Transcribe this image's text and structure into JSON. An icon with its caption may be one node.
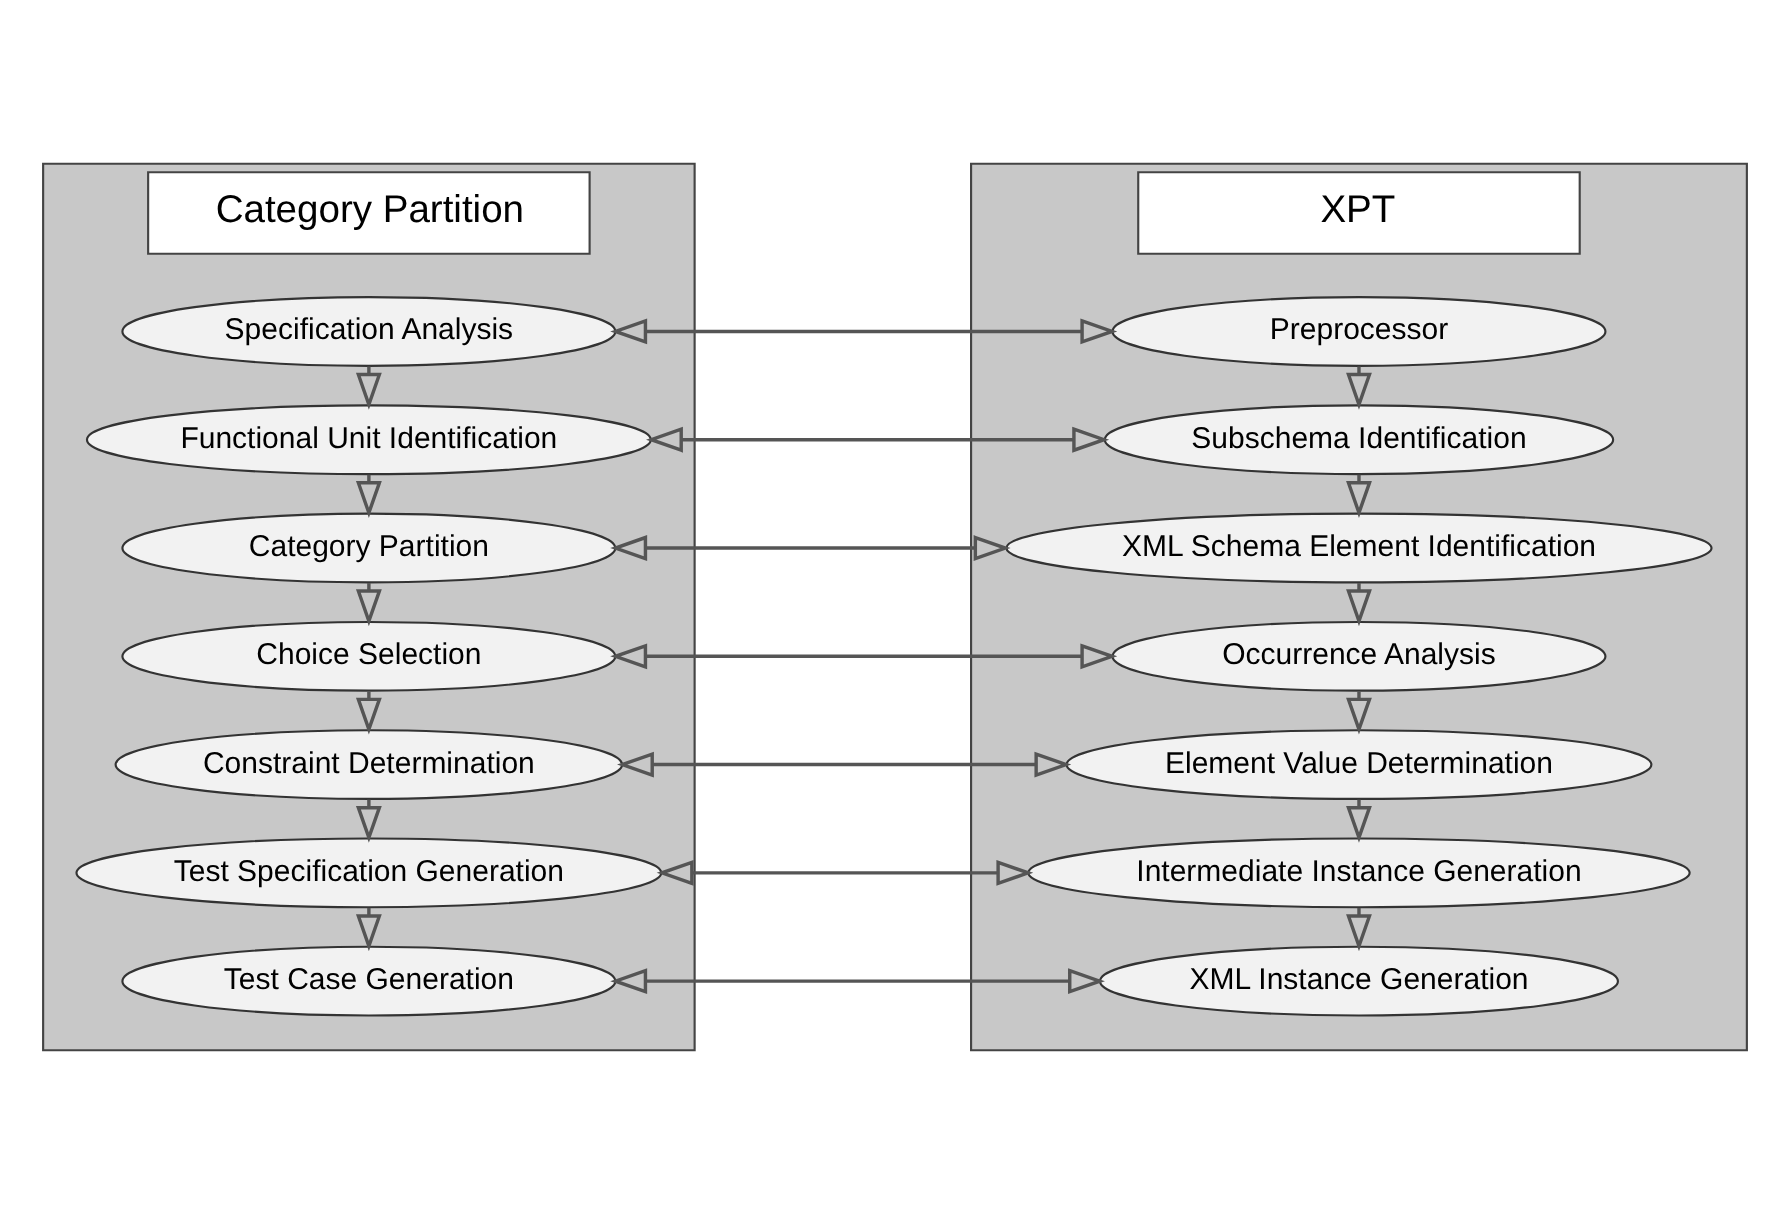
{
  "diagram": {
    "nodes": [
      {
        "text": [
          "Category Partition"
        ]
      },
      {
        "text": [
          "Specification Analysis"
        ],
        "in": 0
      },
      {
        "text": [
          "Functional Unit Identification"
        ],
        "in": 0
      },
      {
        "text": [
          "Category Partition"
        ],
        "in": 0
      },
      {
        "text": [
          "Choice Selection"
        ],
        "in": 0
      },
      {
        "text": [
          "Constraint Determination"
        ],
        "in": 0
      },
      {
        "text": [
          "Test Specification Generation"
        ],
        "in": 0
      },
      {
        "text": [
          "Test Case Generation"
        ],
        "in": 0
      },
      {
        "text": [
          "XPT"
        ]
      },
      {
        "text": [
          "Preprocessor"
        ],
        "in": 8
      },
      {
        "text": [
          "Subschema Identification"
        ],
        "in": 8
      },
      {
        "text": [
          "XML Schema Element Identification"
        ],
        "in": 8
      },
      {
        "text": [
          "Occurrence Analysis"
        ],
        "in": 8
      },
      {
        "text": [
          "Element Value Determination"
        ],
        "in": 8
      },
      {
        "text": [
          "Intermediate Instance Generation"
        ],
        "in": 8
      },
      {
        "text": [
          "XML Instance Generation"
        ],
        "in": 8
      }
    ],
    "edges": [
      {
        "from": 1,
        "to": 2,
        "arrow": "to"
      },
      {
        "from": 2,
        "to": 3,
        "arrow": "to"
      },
      {
        "from": 3,
        "to": 4,
        "arrow": "to"
      },
      {
        "from": 4,
        "to": 5,
        "arrow": "to"
      },
      {
        "from": 5,
        "to": 6,
        "arrow": "to"
      },
      {
        "from": 6,
        "to": 7,
        "arrow": "to"
      },
      {
        "from": 9,
        "to": 10,
        "arrow": "to"
      },
      {
        "from": 10,
        "to": 11,
        "arrow": "to"
      },
      {
        "from": 11,
        "to": 12,
        "arrow": "to"
      },
      {
        "from": 12,
        "to": 13,
        "arrow": "to"
      },
      {
        "from": 13,
        "to": 14,
        "arrow": "to"
      },
      {
        "from": 14,
        "to": 15,
        "arrow": "to"
      },
      {
        "from": 1,
        "to": 9,
        "arrow": "both"
      },
      {
        "from": 2,
        "to": 10,
        "arrow": "both"
      },
      {
        "from": 3,
        "to": 11,
        "arrow": "both"
      },
      {
        "from": 4,
        "to": 12,
        "arrow": "both"
      },
      {
        "from": 5,
        "to": 13,
        "arrow": "both"
      },
      {
        "from": 6,
        "to": 14,
        "arrow": "both"
      },
      {
        "from": 7,
        "to": 15,
        "arrow": "both"
      }
    ]
  }
}
